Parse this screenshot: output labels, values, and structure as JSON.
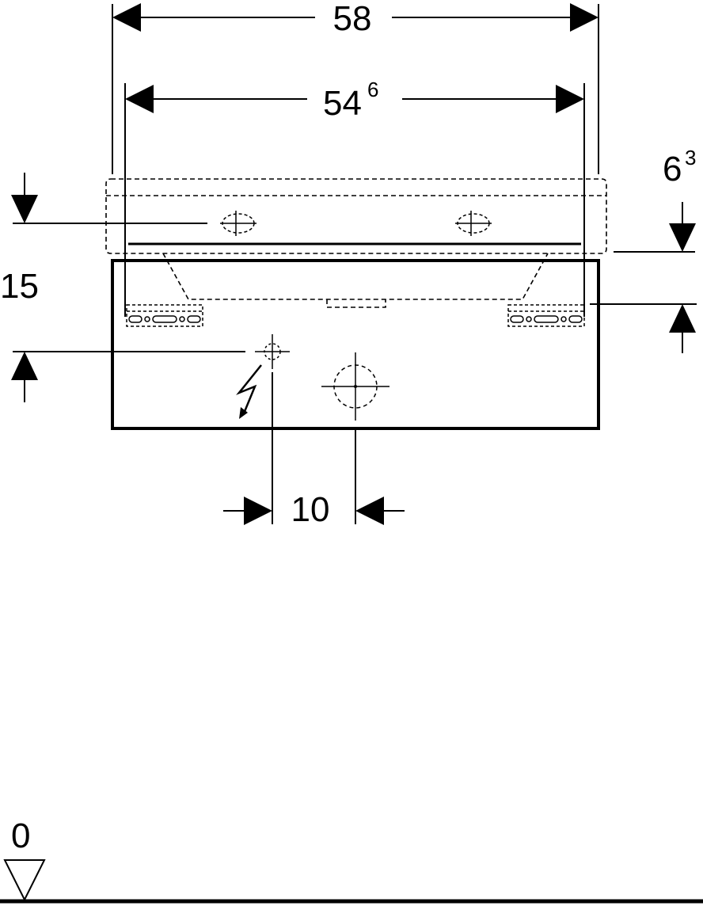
{
  "dimensions": {
    "outer_width": {
      "value": "58"
    },
    "inner_width": {
      "value": "54",
      "superscript": "6"
    },
    "top_offset": {
      "value": "6",
      "superscript": "3"
    },
    "socket_height": {
      "value": "15"
    },
    "socket_spacing": {
      "value": "10"
    },
    "floor_level": {
      "value": "0"
    }
  },
  "icons": {
    "electrical": "lightning-bolt-icon",
    "floor_marker": "triangle-down-icon",
    "fixing_holes": "crosshair-icon"
  },
  "colors": {
    "line": "#000000",
    "background": "#ffffff"
  }
}
